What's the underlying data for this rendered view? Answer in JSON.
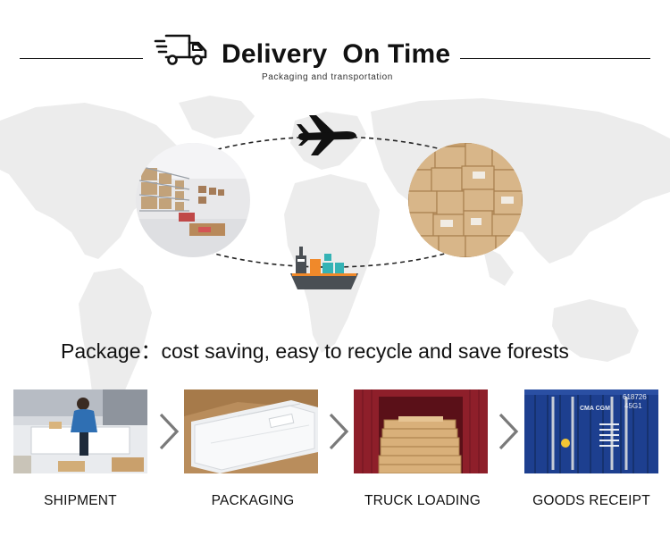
{
  "header": {
    "title": "Delivery  On Time",
    "subtitle": "Packaging and transportation",
    "icon": "delivery-truck-icon"
  },
  "route": {
    "icons": [
      "airplane-icon",
      "cargo-ship-icon"
    ],
    "photos": [
      "warehouse-photo",
      "carton-boxes-photo"
    ]
  },
  "package": {
    "text": "Package：cost saving, easy to recycle and save forests"
  },
  "steps": [
    {
      "label": "SHIPMENT"
    },
    {
      "label": "PACKAGING"
    },
    {
      "label": "TRUCK LOADING"
    },
    {
      "label": "GOODS RECEIPT"
    }
  ],
  "container": {
    "brand": "CMA CGM",
    "number": "618726",
    "code": "45G1"
  },
  "colors": {
    "map": "#e9e9e9",
    "chevron": "#7a7a7a",
    "ship_hull": "#4a4f54",
    "ship_orange": "#f0892a",
    "ship_teal": "#35b3b5",
    "container_blue": "#1d3f8f",
    "carton": "#c9a06c"
  }
}
